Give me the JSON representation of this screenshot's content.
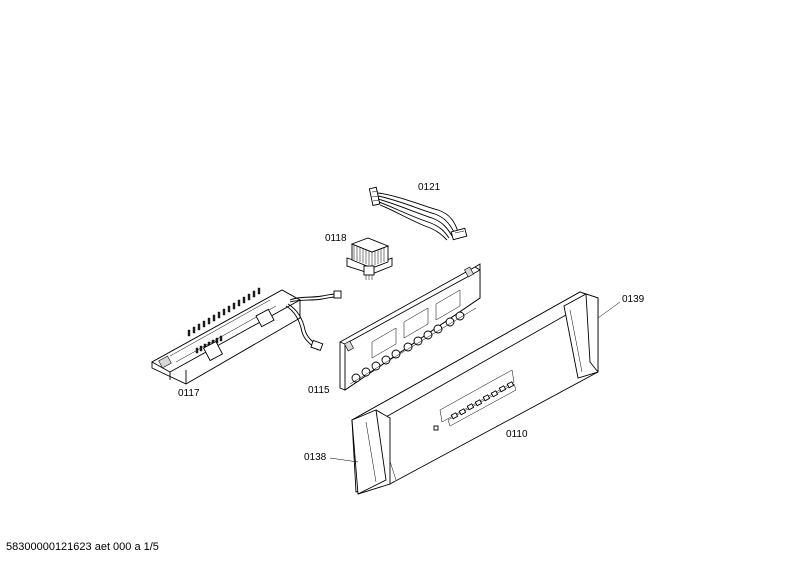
{
  "parts": [
    {
      "id": "0121"
    },
    {
      "id": "0118"
    },
    {
      "id": "0139"
    },
    {
      "id": "0117"
    },
    {
      "id": "0115"
    },
    {
      "id": "0110"
    },
    {
      "id": "0138"
    }
  ],
  "footer": {
    "text": "58300000121623 aet 000 a 1/5"
  }
}
